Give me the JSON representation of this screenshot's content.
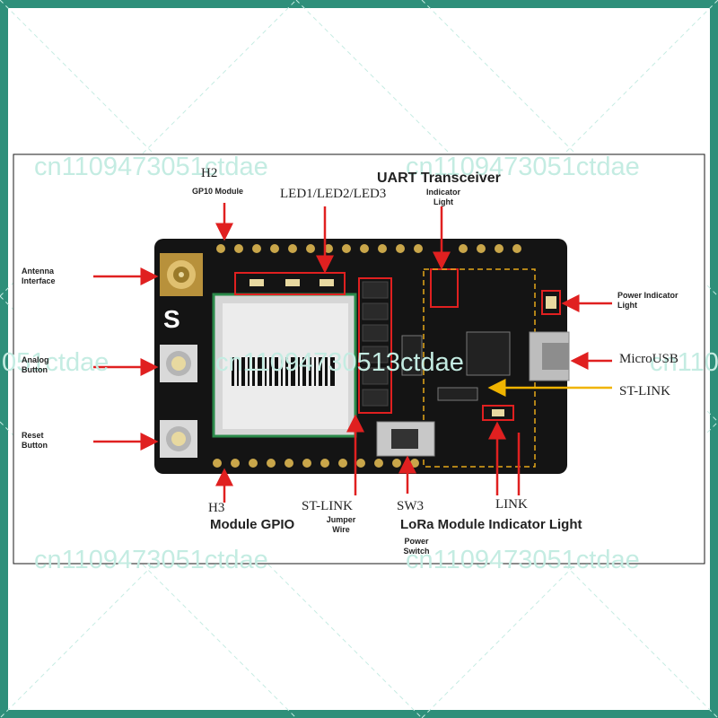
{
  "frame": {
    "border_color": "#2e8f7a",
    "watermark_color": "#c4ece2"
  },
  "watermark": "cn1109473051ctdae",
  "watermark_mid_left": "051ctdae",
  "watermark_mid": "cn11094730513ctdae",
  "watermark_mid_right": "cn110",
  "labels": {
    "h2": "H2",
    "h2_sub": "GP10 Module",
    "leds": "LED1/LED2/LED3",
    "uart": "UART Transceiver",
    "uart_sub": "Indicator Light",
    "antenna": "Antenna Interface",
    "analog": "Analog Button",
    "reset": "Reset Button",
    "power_ind": "Power Indicator Light",
    "microusb": "MicroUSB",
    "stlink_right": "ST-LINK",
    "h3": "H3",
    "module_gpio": "Module GPIO",
    "stlink_bottom": "ST-LINK",
    "jumper": "Jumper Wire",
    "sw3": "SW3",
    "power_switch": "Power Switch",
    "link": "LINK",
    "lora": "LoRa Module Indicator Light"
  },
  "colors": {
    "arrow": "#e02020",
    "stlink_arrow": "#f0b400",
    "pcb": "#141414",
    "highlight": "#e02020",
    "silk_dash": "#e5a81a"
  }
}
